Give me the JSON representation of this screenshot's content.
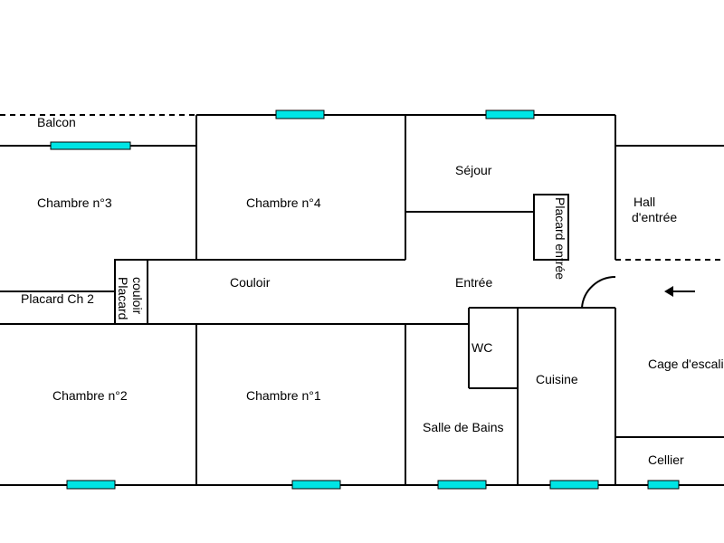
{
  "colors": {
    "window": "#00e5e5",
    "wall": "#000000",
    "background": "#ffffff"
  },
  "rooms": {
    "balcon": "Balcon",
    "chambre3": "Chambre n°3",
    "chambre4": "Chambre n°4",
    "sejour": "Séjour",
    "hall_line1": "Hall",
    "hall_line2": "d'entrée",
    "placard_entree": "Placard entrée",
    "placard_ch2": "Placard Ch 2",
    "placard_couloir_line1": "Placard",
    "placard_couloir_line2": "couloir",
    "couloir": "Couloir",
    "entree": "Entrée",
    "wc": "WC",
    "cuisine": "Cuisine",
    "cage_escalier": "Cage d'escalier",
    "chambre2": "Chambre n°2",
    "chambre1": "Chambre n°1",
    "salle_de_bains": "Salle de Bains",
    "cellier": "Cellier"
  },
  "icons": {
    "entry_arrow": "arrow-left-icon",
    "door": "door-swing-icon",
    "window": "window-icon"
  }
}
